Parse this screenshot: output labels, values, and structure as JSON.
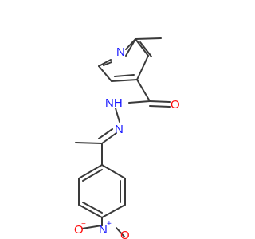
{
  "molecule": {
    "atoms": {
      "pyridine_n": "N",
      "carbonyl_o": "O",
      "amide_nh": "NH",
      "hydrazone_n": "N",
      "nitro_n": "N",
      "nitro_n_charge": "+",
      "nitro_o_upper": "O",
      "nitro_o_lower": "O",
      "nitro_o_charge": "−"
    },
    "colors": {
      "bond": "#3a3a3a",
      "nitrogen": "#1a1aff",
      "oxygen": "#ff0d0d",
      "background": "#ffffff"
    }
  }
}
